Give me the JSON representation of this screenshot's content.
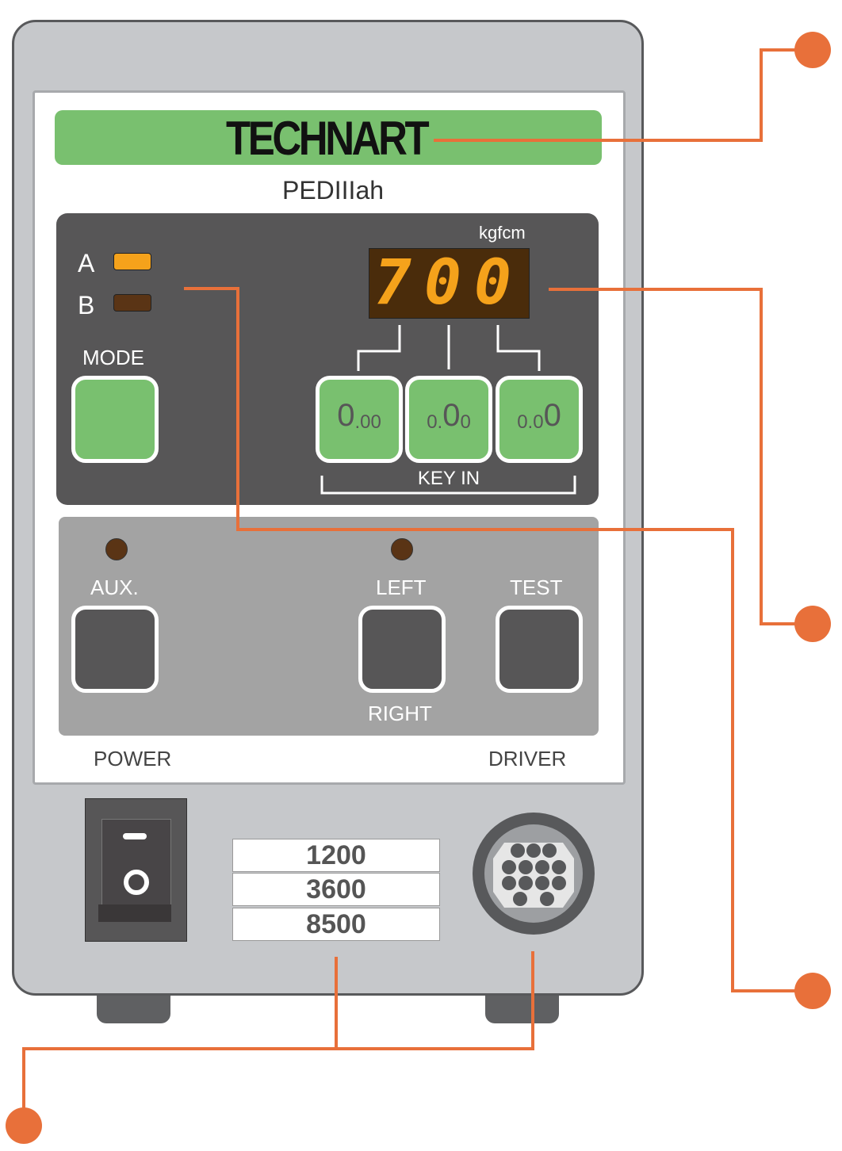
{
  "brand": "TECHNART",
  "model": "PEDIIIah",
  "unit": "kgfcm",
  "display_value": "700",
  "mode_leds": [
    {
      "label": "A",
      "on": true
    },
    {
      "label": "B",
      "on": false
    }
  ],
  "mode_label": "MODE",
  "keys": [
    {
      "big": "0",
      "small": ".00"
    },
    {
      "pre": "0.",
      "big": "0",
      "post": "0"
    },
    {
      "pre": "0.0",
      "big": "0"
    }
  ],
  "key_in_label": "KEY IN",
  "aux_label": "AUX.",
  "left_label": "LEFT",
  "right_label": "RIGHT",
  "test_label": "TEST",
  "power_label": "POWER",
  "driver_label": "DRIVER",
  "speeds": [
    "1200",
    "3600",
    "8500"
  ],
  "colors": {
    "accent": "#e8703a",
    "green": "#79c06f",
    "dark": "#575657",
    "led": "#f5a21b"
  }
}
